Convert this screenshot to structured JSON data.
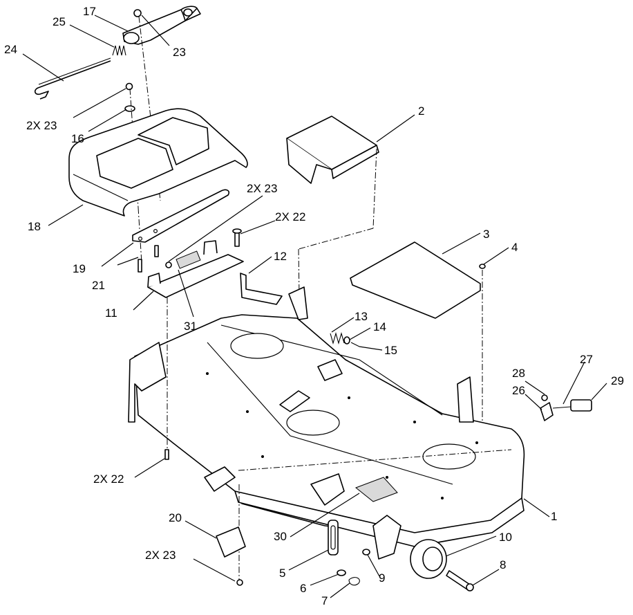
{
  "diagram": {
    "callouts": [
      {
        "id": "c17",
        "text": "17"
      },
      {
        "id": "c25",
        "text": "25"
      },
      {
        "id": "c23a",
        "text": "23"
      },
      {
        "id": "c24",
        "text": "24"
      },
      {
        "id": "c2x23a",
        "text": "2X 23"
      },
      {
        "id": "c16",
        "text": "16"
      },
      {
        "id": "c18",
        "text": "18"
      },
      {
        "id": "c2x23b",
        "text": "2X 23"
      },
      {
        "id": "c2x22a",
        "text": "2X 22"
      },
      {
        "id": "c19",
        "text": "19"
      },
      {
        "id": "c21",
        "text": "21"
      },
      {
        "id": "c12",
        "text": "12"
      },
      {
        "id": "c11",
        "text": "11"
      },
      {
        "id": "c31",
        "text": "31"
      },
      {
        "id": "c2",
        "text": "2"
      },
      {
        "id": "c3",
        "text": "3"
      },
      {
        "id": "c4",
        "text": "4"
      },
      {
        "id": "c13",
        "text": "13"
      },
      {
        "id": "c14",
        "text": "14"
      },
      {
        "id": "c15",
        "text": "15"
      },
      {
        "id": "c27",
        "text": "27"
      },
      {
        "id": "c28",
        "text": "28"
      },
      {
        "id": "c26",
        "text": "26"
      },
      {
        "id": "c29",
        "text": "29"
      },
      {
        "id": "c2x22b",
        "text": "2X 22"
      },
      {
        "id": "c1",
        "text": "1"
      },
      {
        "id": "c20",
        "text": "20"
      },
      {
        "id": "c10",
        "text": "10"
      },
      {
        "id": "c30",
        "text": "30"
      },
      {
        "id": "c2x23c",
        "text": "2X 23"
      },
      {
        "id": "c8",
        "text": "8"
      },
      {
        "id": "c5",
        "text": "5"
      },
      {
        "id": "c9",
        "text": "9"
      },
      {
        "id": "c6",
        "text": "6"
      },
      {
        "id": "c7",
        "text": "7"
      }
    ]
  }
}
